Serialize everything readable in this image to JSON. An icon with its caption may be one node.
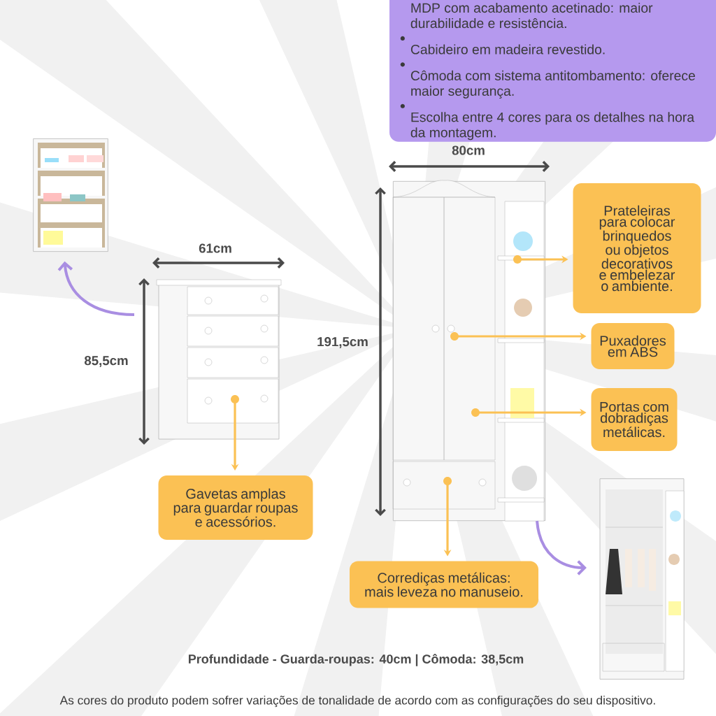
{
  "diagram": {
    "nodes": [
      {
        "text": [
          "MDP com acabamento acetinado: maior durabilidade e resistência.",
          "Cabideiro em madeira revestido.",
          "Cômoda com sistema antitombamento: oferece maior segurança.",
          "Escolha entre 4 cores para os detalhes na hora da montagem."
        ]
      },
      {
        "text": [],
        "shape": "picture"
      },
      {
        "text": [],
        "shape": "picture"
      },
      {
        "text": [],
        "shape": "picture"
      },
      {
        "text": [],
        "shape": "picture"
      },
      {
        "text": [
          "Gavetas amplas para guardar roupas e acessórios."
        ]
      },
      {
        "text": [
          "Prateleiras para colocar brinquedos ou objetos decorativos e embelezar o ambiente."
        ]
      },
      {
        "text": [
          "Puxadores em ABS"
        ]
      },
      {
        "text": [
          "Portas com dobradiças metálicas."
        ]
      },
      {
        "text": [
          "Corrediças metálicas: mais leveza no manuseio."
        ]
      }
    ],
    "edges": [
      {
        "from": 1,
        "to": 5,
        "arrow": "to"
      },
      {
        "from": 3,
        "to": 6,
        "arrow": "to"
      },
      {
        "from": 3,
        "to": 7,
        "arrow": "to"
      },
      {
        "from": 3,
        "to": 8,
        "arrow": "to"
      },
      {
        "from": 3,
        "to": 9,
        "arrow": "to"
      },
      {
        "from": 1,
        "to": 2,
        "arrow": "to",
        "color": "#a98ee2"
      },
      {
        "from": 3,
        "to": 4,
        "arrow": "to",
        "color": "#a98ee2"
      }
    ],
    "labels": [
      "80cm",
      "61cm",
      "191,5cm",
      "85,5cm",
      "Profundidade - Guarda-roupas: 40cm | Cômoda: 38,5cm",
      "As cores do produto podem sofrer variações de tonalidade de acordo com as configurações do seu dispositivo."
    ]
  }
}
